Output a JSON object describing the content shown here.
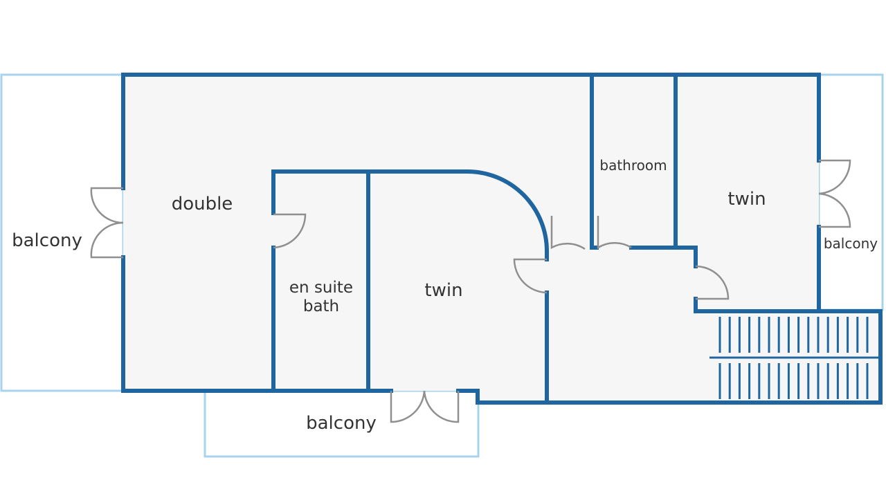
{
  "colors": {
    "wall": "#1f66a0",
    "balcony_outline": "#a9d3ec",
    "floor": "#f6f6f7",
    "door": "#8f8f8f",
    "label": "#333333"
  },
  "rooms": {
    "double": "double",
    "balcony_left": "balcony",
    "en_suite_line1": "en suite",
    "en_suite_line2": "bath",
    "twin_center": "twin",
    "bathroom": "bathroom",
    "twin_right": "twin",
    "balcony_right": "balcony",
    "balcony_bottom": "balcony"
  }
}
